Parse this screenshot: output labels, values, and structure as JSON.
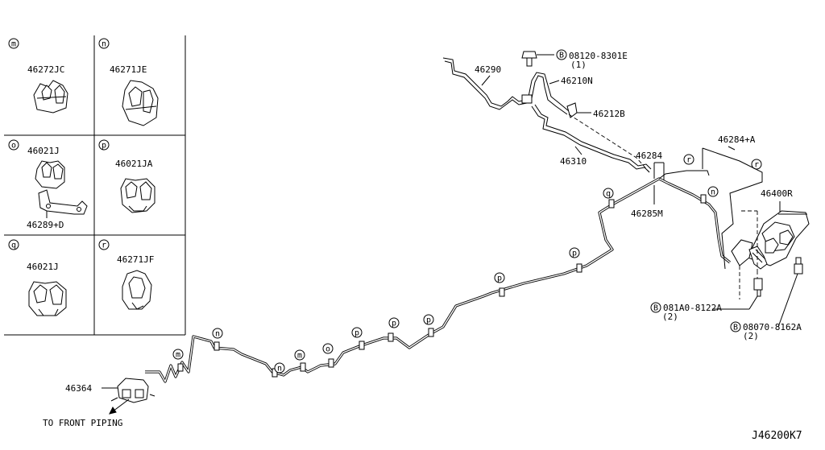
{
  "legend": {
    "cells": [
      {
        "letter": "m",
        "part": "46272JC"
      },
      {
        "letter": "n",
        "part": "46271JE"
      },
      {
        "letter": "o",
        "part": "46021J",
        "extra_part": "46289+D"
      },
      {
        "letter": "p",
        "part": "46021JA"
      },
      {
        "letter": "q",
        "part": "46021J"
      },
      {
        "letter": "r",
        "part": "46271JF"
      }
    ]
  },
  "parts": {
    "p46290": "46290",
    "p46210N": "46210N",
    "p46212B": "46212B",
    "p46310": "46310",
    "p46284": "46284",
    "p46284A": "46284+A",
    "p46285M": "46285M",
    "p46400R": "46400R",
    "p46364": "46364"
  },
  "bolts": [
    {
      "prefix": "B",
      "number": "08120-8301E",
      "qty": "(1)"
    },
    {
      "prefix": "B",
      "number": "081A0-8122A",
      "qty": "(2)"
    },
    {
      "prefix": "B",
      "number": "08070-8162A",
      "qty": "(2)"
    }
  ],
  "clip_letters": {
    "m": "m",
    "n": "n",
    "o": "o",
    "p": "p",
    "q": "q",
    "r": "r"
  },
  "front_piping": "TO FRONT PIPING",
  "diagram_code": "J46200K7"
}
